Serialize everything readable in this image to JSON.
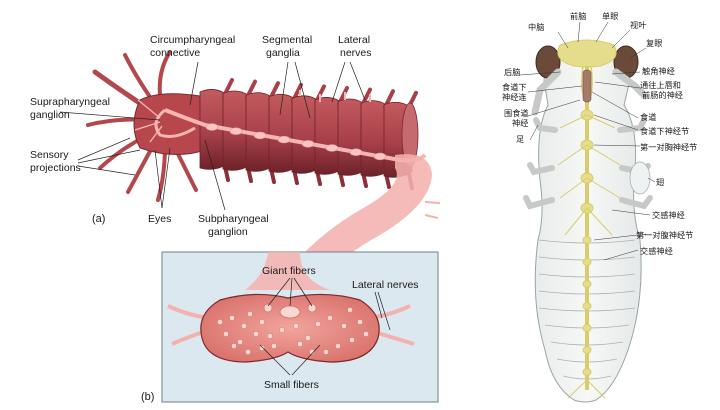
{
  "panel_a": {
    "tag": "(a)",
    "labels": {
      "circumpharyngeal_line1": "Circumpharyngeal",
      "circumpharyngeal_line2": "connective",
      "segmental_line1": "Segmental",
      "segmental_line2": "ganglia",
      "lateral_line1": "Lateral",
      "lateral_line2": "nerves",
      "suprapharyngeal_line1": "Suprapharyngeal",
      "suprapharyngeal_line2": "ganglion",
      "sensory_line1": "Sensory",
      "sensory_line2": "projections",
      "eyes": "Eyes",
      "subpharyngeal_line1": "Subpharyngeal",
      "subpharyngeal_line2": "ganglion"
    }
  },
  "panel_b": {
    "tag": "(b)",
    "labels": {
      "giant_fibers": "Giant fibers",
      "lateral_nerves": "Lateral nerves",
      "small_fibers": "Small fibers"
    }
  },
  "insect": {
    "labels": {
      "qiannao": "前脑",
      "zhongnao": "中脑",
      "danyan": "单眼",
      "shiye": "视叶",
      "fuyan": "复眼",
      "hounao": "后脑",
      "chujiao": "触角神经",
      "shidaoxia_1": "食道下",
      "shidaoxia_2": "神经连",
      "tongwang_1": "通往上唇和",
      "tongwang_2": "前肠的神经",
      "wei_1": "围食道",
      "wei_2": "神经",
      "shidao": "食道",
      "shidaoxia_jie": "食道下神经节",
      "zu": "足",
      "diyi_xiong": "第一对胸神经节",
      "chi": "翅",
      "jiaogan_1": "交感神经",
      "diyi_fu": "第一对腹神经节",
      "jiaogan_2": "交感神经"
    }
  },
  "colors": {
    "body": "#b2474c",
    "body_dark": "#7d2830",
    "nerve": "#f3b6b2",
    "box_bg": "#dbe8ef",
    "cord_fill": "#e4877f",
    "insect_nerve": "#e6dd8c"
  }
}
